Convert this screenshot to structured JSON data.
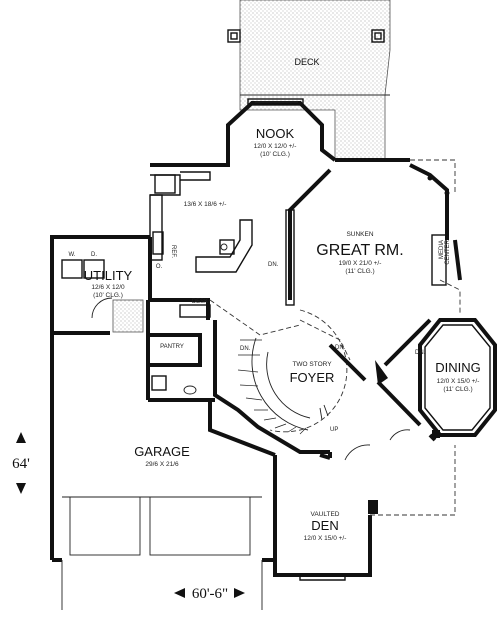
{
  "rooms": {
    "deck": {
      "name": "DECK"
    },
    "nook": {
      "name": "NOOK",
      "size": "12/0 X 12/0 +/-",
      "ceiling": "(10' CLG.)"
    },
    "kitchen": {
      "size": "13/6 X 18/6 +/-",
      "ref": "REF."
    },
    "great_room": {
      "prefix": "SUNKEN",
      "name": "GREAT RM.",
      "size": "19/0 X 21/0 +/-",
      "ceiling": "(11' CLG.)"
    },
    "media": {
      "label_top": "MEDIA",
      "label_bottom": "CENTER"
    },
    "utility": {
      "name": "UTILITY",
      "size": "12/6 X 12/0",
      "ceiling": "(10' CLG.)",
      "w": "W.",
      "d": "D.",
      "o": "O."
    },
    "desk": {
      "name": "DESK"
    },
    "pantry": {
      "name": "PANTRY"
    },
    "foyer": {
      "prefix": "TWO STORY",
      "name": "FOYER"
    },
    "dining": {
      "name": "DINING",
      "size": "12/0 X 15/0 +/-",
      "ceiling": "(11' CLG.)"
    },
    "garage": {
      "name": "GARAGE",
      "size": "29/6 X 21/6"
    },
    "den": {
      "prefix": "VAULTED",
      "name": "DEN",
      "size": "12/0 X 15/0 +/-"
    }
  },
  "stair_labels": {
    "dn_great": "DN.",
    "dn_foyer_left": "DN.",
    "dn_foyer_right": "DN.",
    "dn_dining": "DN.",
    "up": "UP"
  },
  "dimensions": {
    "depth": "64'",
    "width": "60'-6\""
  }
}
